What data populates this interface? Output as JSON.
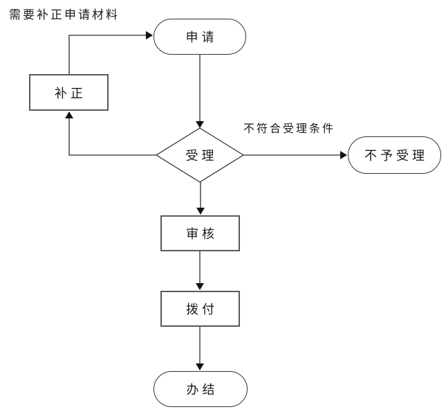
{
  "diagram": {
    "title_note": "需要补正申请材料",
    "branch_label": "不符合受理条件",
    "nodes": [
      {
        "id": "apply",
        "type": "stadium",
        "label": "申请"
      },
      {
        "id": "correct",
        "type": "rect",
        "label": "补正"
      },
      {
        "id": "accept",
        "type": "diamond",
        "label": "受理"
      },
      {
        "id": "reject",
        "type": "stadium",
        "label": "不予受理"
      },
      {
        "id": "review",
        "type": "rect",
        "label": "审核"
      },
      {
        "id": "disburse",
        "type": "rect",
        "label": "拨付"
      },
      {
        "id": "complete",
        "type": "stadium",
        "label": "办结"
      }
    ],
    "edges": [
      {
        "from": "apply",
        "to": "accept"
      },
      {
        "from": "accept",
        "to": "reject",
        "label": "不符合受理条件"
      },
      {
        "from": "accept",
        "to": "correct",
        "label": "需要补正申请材料"
      },
      {
        "from": "correct",
        "to": "apply"
      },
      {
        "from": "accept",
        "to": "review"
      },
      {
        "from": "review",
        "to": "disburse"
      },
      {
        "from": "disburse",
        "to": "complete"
      }
    ],
    "colors": {
      "background": "#ffffff",
      "line": "#2b2b2b",
      "arrowhead": "#111111",
      "stadium_border": "#333333",
      "rect_border": "#595959",
      "text": "#1a1a1a"
    }
  }
}
